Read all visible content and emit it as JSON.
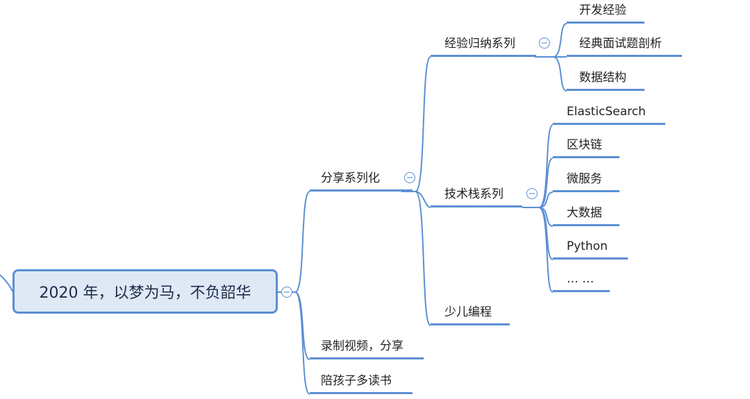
{
  "mindmap": {
    "root": "2020 年，以梦为马，不负韶华",
    "collapse_symbol": "−",
    "level1": {
      "share_series": "分享系列化",
      "record_video": "录制视频，分享",
      "read_with_kids": "陪孩子多读书"
    },
    "level2": {
      "experience": "经验归纳系列",
      "techstack": "技术栈系列",
      "kids_coding": "少儿编程"
    },
    "experience_children": [
      "开发经验",
      "经典面试题剖析",
      "数据结构"
    ],
    "techstack_children": [
      "ElasticSearch",
      "区块链",
      "微服务",
      "大数据",
      "Python",
      "… …"
    ]
  },
  "colors": {
    "line": "#5b8fd3",
    "root_fill": "#dfe8f5"
  }
}
